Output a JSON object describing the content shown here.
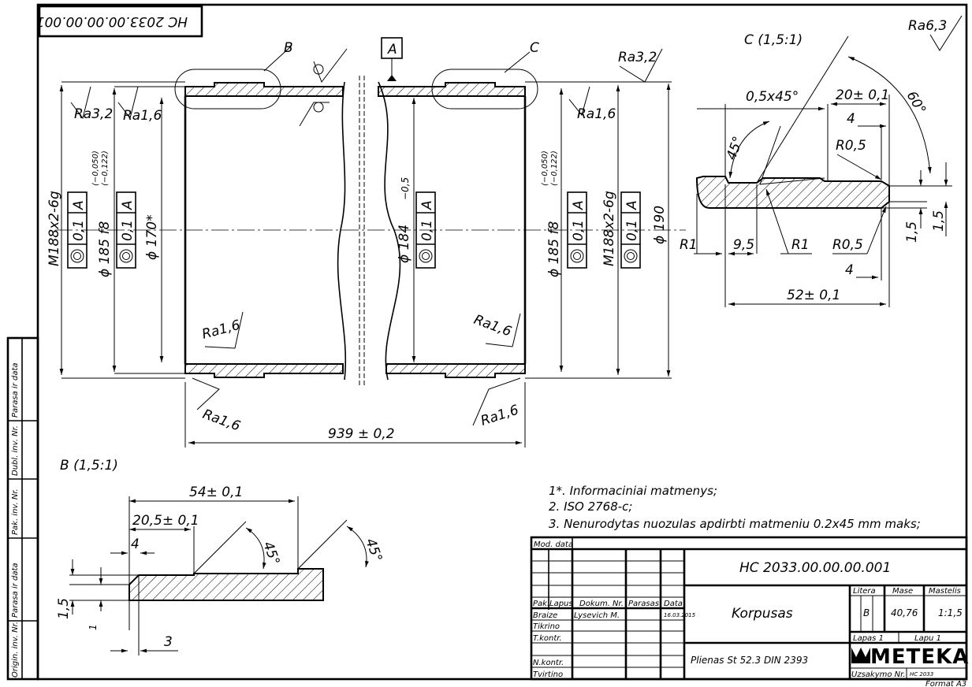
{
  "frame": {
    "rotated_designation": "HC 2033.00.00.00.001",
    "format": "Format A3",
    "side_strip": [
      "Parasa ir data",
      "Dubl. inv. Nr.",
      "Pak. inv. Nr.",
      "Parasa ir data",
      "Origin. inv. Nr."
    ]
  },
  "main_view": {
    "section_labels": {
      "b": "B",
      "c": "C",
      "datum": "A"
    },
    "roughness": {
      "top_right": "Ra3,2",
      "left_outer": "Ra3,2",
      "left_inner": "Ra1,6",
      "right_inner": "Ra1,6",
      "bore_left": "Ra1,6",
      "bore_right": "Ra1,6",
      "end_left": "Ra1,6",
      "end_right": "Ra1,6"
    },
    "dims": {
      "thread_left": "M188x2-6g",
      "fit_left": "ϕ 185 f8",
      "fit_tol_upper": "(−0,050)",
      "fit_tol_lower": "(−0,122)",
      "bore_left": "ϕ 170*",
      "bore_mid": "ϕ 184",
      "bore_mid_tol": "−0,5",
      "fit_right": "ϕ 185 f8",
      "thread_right": "M188x2-6g",
      "outer_right": "ϕ 190",
      "length": "939",
      "length_tol": "± 0,2"
    },
    "tolerance_frame": {
      "value": "0,1",
      "datum": "A"
    }
  },
  "detail_c": {
    "title": "C (1,5:1)",
    "roughness": "Ra6,3",
    "dims": {
      "chamfer": "0,5x45°",
      "groove_pos": "20",
      "groove_pos_tol": "± 0,1",
      "angle_60": "60°",
      "angle_45": "45°",
      "four_top": "4",
      "r05_top": "R0,5",
      "r05_bot": "R0,5",
      "r1_left": "R1",
      "r1_mid": "R1",
      "nine5": "9,5",
      "four_bot": "4",
      "len52": "52",
      "len52_tol": "± 0,1",
      "h15a": "1,5",
      "h15b": "1,5"
    }
  },
  "detail_b": {
    "title": "B (1,5:1)",
    "dims": {
      "len54": "54",
      "len54_tol": "± 0,1",
      "len20": "20,5",
      "len20_tol": "± 0,1",
      "four": "4",
      "angle_a": "45°",
      "angle_b": "45°",
      "h15": "1,5",
      "h1": "1",
      "three": "3"
    }
  },
  "notes": [
    "1*. Informaciniai matmenys;",
    "2.  ISO 2768-c;",
    "3. Nenurodytas nuozulas apdirbti matmeniu 0.2x45 mm maks;"
  ],
  "title_block": {
    "mod_data": "Mod. data",
    "designation": "HC 2033.00.00.00.001",
    "name": "Korpusas",
    "material": "Plienas St 52.3 DIN 2393",
    "headers": [
      "Pak.",
      "Lapus",
      "Dokum. Nr.",
      "Parasas",
      "Data"
    ],
    "roles": [
      "Braize",
      "Tikrino",
      "T.kontr.",
      "N.kontr.",
      "Tvirtino"
    ],
    "drawn_by": "Lysevich M.",
    "date": "16.03.2015",
    "litera_label": "Litera",
    "litera": "B",
    "mase_label": "Mase",
    "mase": "40,76",
    "mastelis_label": "Mastelis",
    "mastelis": "1:1,5",
    "lapas": "Lapas 1",
    "lapu": "Lapu 1",
    "company": "METEKA",
    "uzsakymo_label": "Uzsakymo Nr.",
    "uzsakymo": "HC 2033"
  }
}
